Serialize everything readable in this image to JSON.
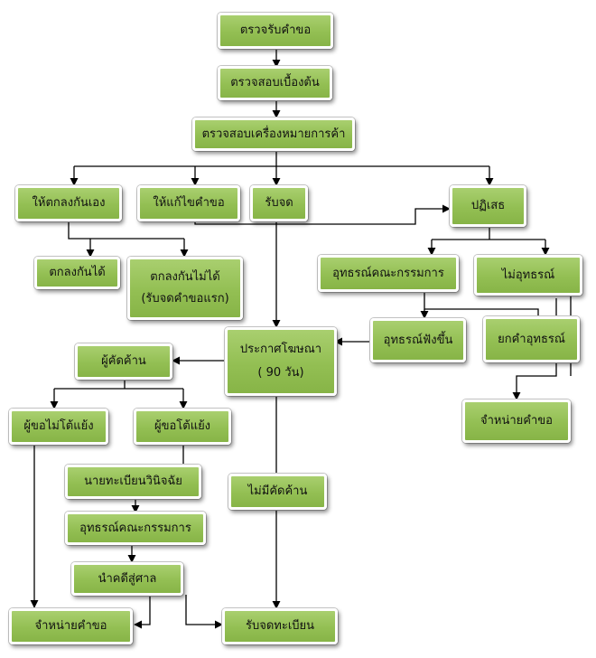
{
  "nodes": {
    "check_request": "ตรวจรับคำขอ",
    "preliminary_check": "ตรวจสอบเบื้องต้น",
    "trademark_check": "ตรวจสอบเครื่องหมายการค้า",
    "mutual_agreement": "ให้ตกลงกันเอง",
    "amend_request": "ให้แก้ไขคำขอ",
    "accept": "รับจด",
    "reject": "ปฏิเสธ",
    "agreed": "ตกลงกันได้",
    "not_agreed_line1": "ตกลงกันไม่ได้",
    "not_agreed_line2": "(รับจดคำขอแรก)",
    "appeal_committee_top": "อุทธรณ์คณะกรรมการ",
    "no_appeal": "ไม่อุทธรณ์",
    "appeal_upheld": "อุทธรณ์ฟังขึ้น",
    "appeal_dismissed": "ยกคำอุทธรณ์",
    "publication_line1": "ประกาศโฆษณา",
    "publication_line2": "( 90 วัน)",
    "opponent": "ผู้คัดค้าน",
    "applicant_no_argue": "ผู้ขอไม่โต้แย้ง",
    "applicant_argue": "ผู้ขอโต้แย้ง",
    "registrar_decision": "นายทะเบียนวินิจฉัย",
    "appeal_committee_bottom": "อุทธรณ์คณะกรรมการ",
    "to_court": "นำคดีสู่ศาล",
    "no_opposition": "ไม่มีคัดค้าน",
    "dispose_right": "จำหน่ายคำขอ",
    "dispose_left": "จำหน่ายคำขอ",
    "registered": "รับจดทะเบียน"
  },
  "colors": {
    "box_fill": "#93bf53",
    "box_border": "#ffffff",
    "connector": "#000000"
  }
}
